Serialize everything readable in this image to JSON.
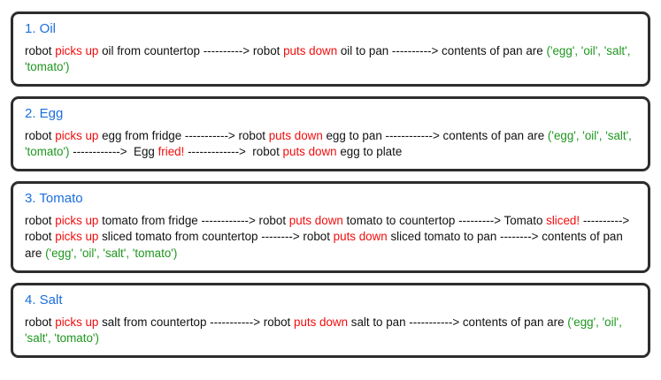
{
  "colors": {
    "title_blue": "#1c6fe0",
    "action_red": "#f20d0d",
    "contents_green": "#1e961e",
    "body_black": "#111111",
    "box_border": "#2d2d2d",
    "background": "#ffffff"
  },
  "boxes": [
    {
      "title": "1. Oil",
      "segments": [
        {
          "color": "black",
          "text": "robot "
        },
        {
          "color": "red",
          "text": "picks up"
        },
        {
          "color": "black",
          "text": " oil from countertop ----------> robot "
        },
        {
          "color": "red",
          "text": "puts down"
        },
        {
          "color": "black",
          "text": " oil to pan ----------> contents of pan are "
        },
        {
          "color": "green",
          "text": "('egg', 'oil', 'salt', 'tomato')"
        }
      ]
    },
    {
      "title": "2. Egg",
      "segments": [
        {
          "color": "black",
          "text": "robot "
        },
        {
          "color": "red",
          "text": "picks up"
        },
        {
          "color": "black",
          "text": " egg from fridge -----------> robot "
        },
        {
          "color": "red",
          "text": "puts down"
        },
        {
          "color": "black",
          "text": " egg to pan ------------> contents of pan are "
        },
        {
          "color": "green",
          "text": "('egg', 'oil', 'salt', 'tomato')"
        },
        {
          "color": "black",
          "text": " ------------>  Egg "
        },
        {
          "color": "red",
          "text": "fried!"
        },
        {
          "color": "black",
          "text": " ------------->  robot "
        },
        {
          "color": "red",
          "text": "puts down"
        },
        {
          "color": "black",
          "text": " egg to plate"
        }
      ]
    },
    {
      "title": "3. Tomato",
      "segments": [
        {
          "color": "black",
          "text": "robot "
        },
        {
          "color": "red",
          "text": "picks up"
        },
        {
          "color": "black",
          "text": " tomato from fridge ------------> robot "
        },
        {
          "color": "red",
          "text": "puts down"
        },
        {
          "color": "black",
          "text": " tomato to countertop ---------> Tomato "
        },
        {
          "color": "red",
          "text": "sliced!"
        },
        {
          "color": "black",
          "text": " ----------> robot "
        },
        {
          "color": "red",
          "text": "picks up"
        },
        {
          "color": "black",
          "text": " sliced tomato from countertop --------> robot "
        },
        {
          "color": "red",
          "text": "puts down"
        },
        {
          "color": "black",
          "text": " sliced tomato to pan --------> contents of pan are "
        },
        {
          "color": "green",
          "text": "('egg', 'oil', 'salt', 'tomato')"
        }
      ]
    },
    {
      "title": "4. Salt",
      "segments": [
        {
          "color": "black",
          "text": "robot "
        },
        {
          "color": "red",
          "text": "picks up"
        },
        {
          "color": "black",
          "text": " salt from countertop -----------> robot "
        },
        {
          "color": "red",
          "text": "puts down"
        },
        {
          "color": "black",
          "text": " salt to pan -----------> contents of pan are "
        },
        {
          "color": "green",
          "text": "('egg', 'oil', 'salt', 'tomato')"
        }
      ]
    }
  ]
}
